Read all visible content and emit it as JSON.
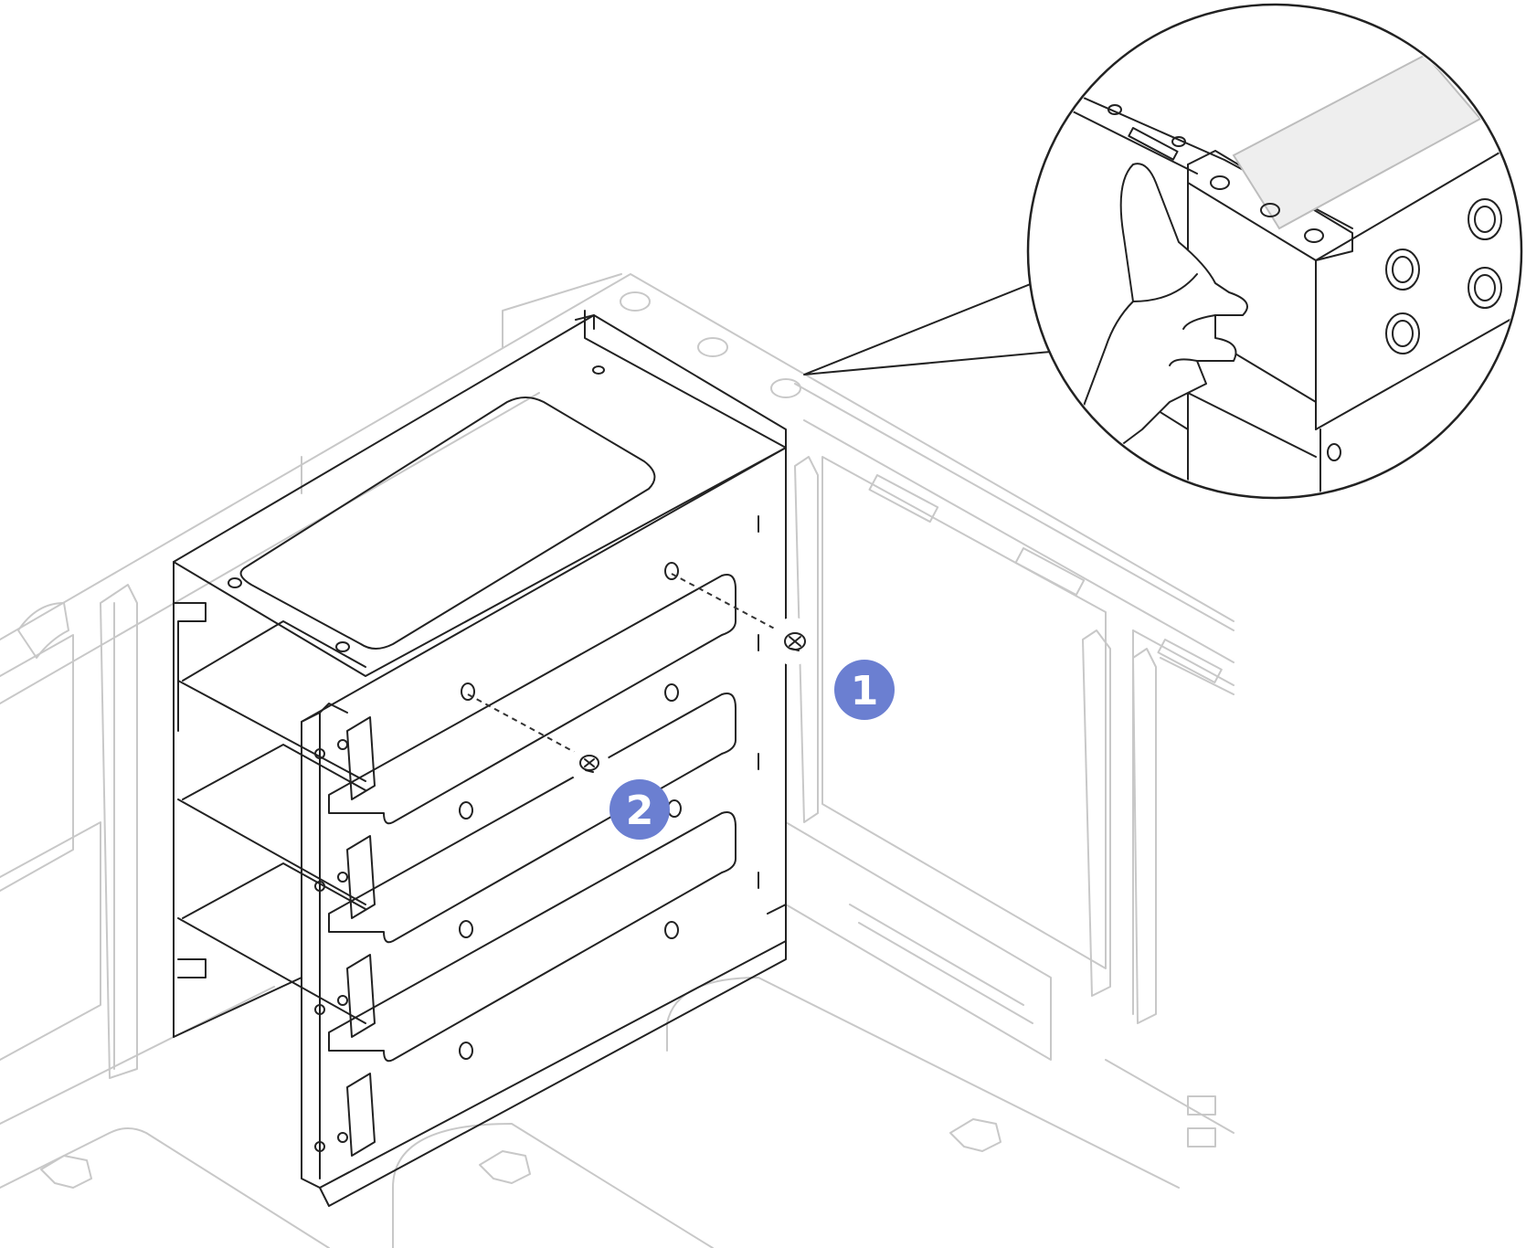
{
  "accent_color": "#6b7fd1",
  "callouts": [
    {
      "number": "1"
    },
    {
      "number": "2"
    }
  ],
  "icons": {
    "screw": "screw-icon",
    "hand": "hand-icon",
    "magnifier": "detail-view-circle"
  }
}
